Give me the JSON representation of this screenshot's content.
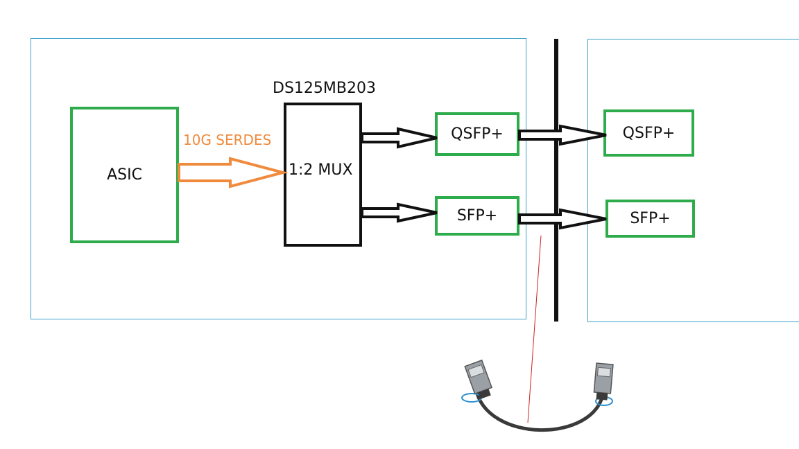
{
  "chip_label": "DS125MB203",
  "asic_label": "ASIC",
  "link_label": "10G SERDES",
  "mux_label": "1:2 MUX",
  "left_ports": {
    "qsfp": "QSFP+",
    "sfp": "SFP+"
  },
  "right_ports": {
    "qsfp": "QSFP+",
    "sfp": "SFP+"
  },
  "colors": {
    "module_border": "#2eab4a",
    "serdes_arrow": "#f08a3c",
    "board_border": "#3aa0c8",
    "callout_line": "#cc2222"
  }
}
